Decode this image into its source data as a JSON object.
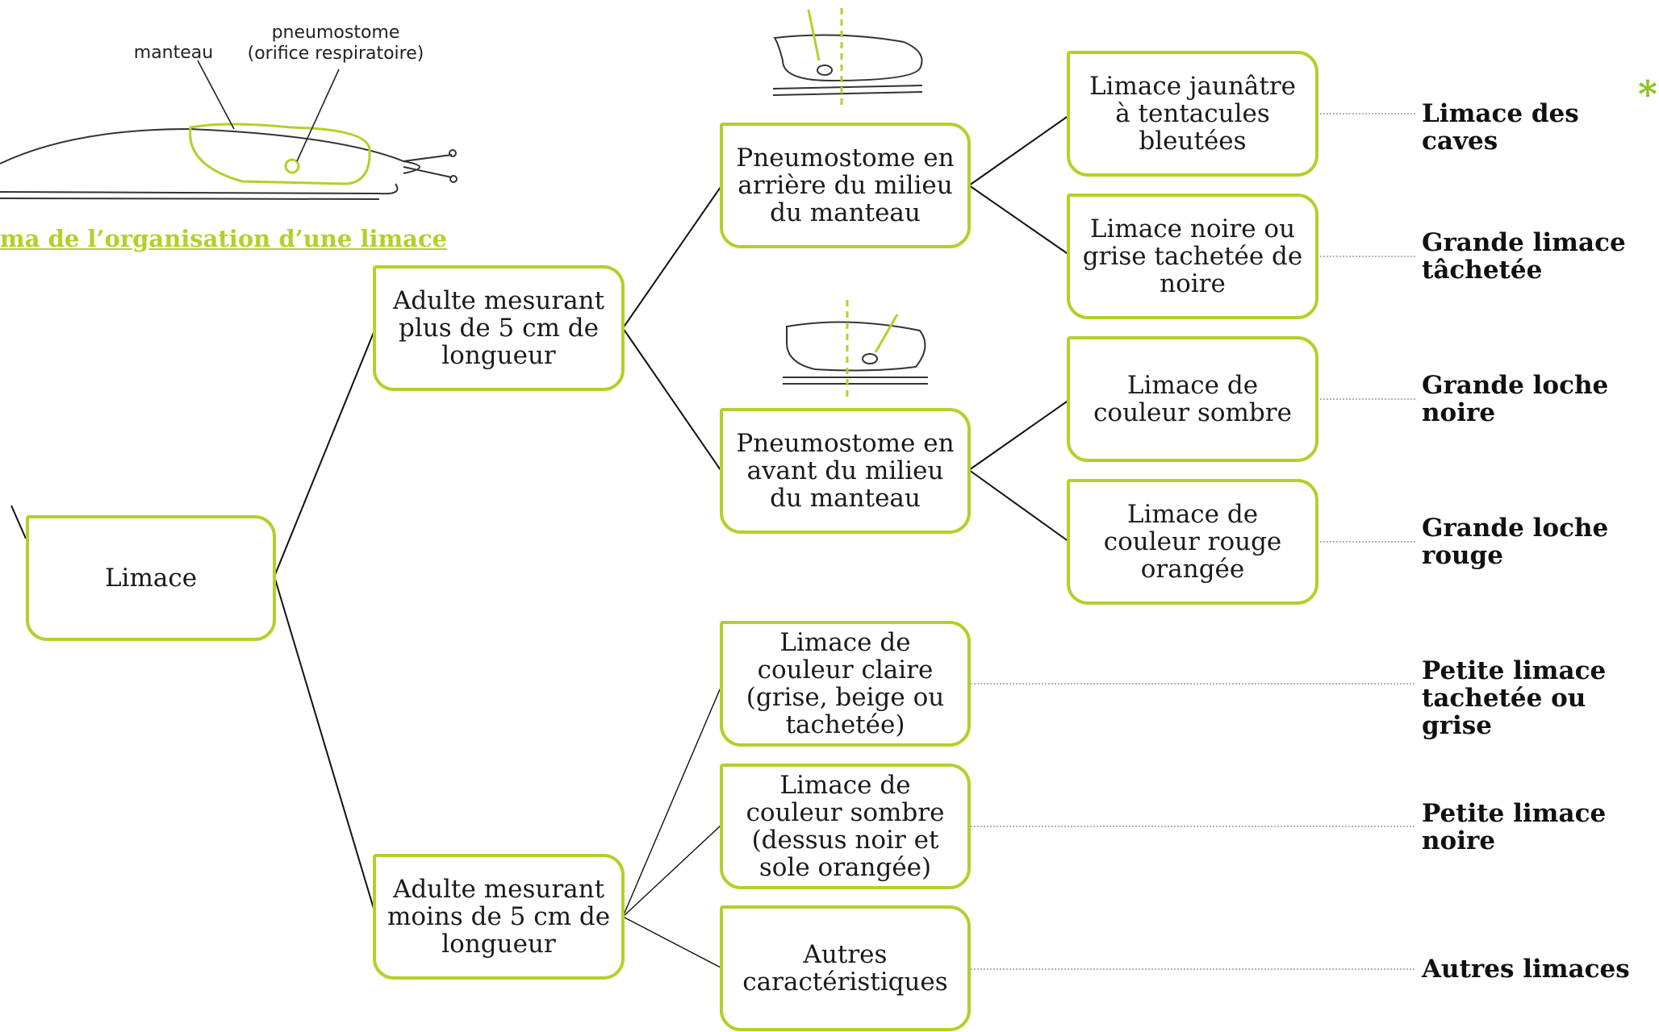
{
  "colors": {
    "accent": "#b5cf2a",
    "line": "#111111",
    "dotted": "#9a9a9a"
  },
  "diagram": {
    "caption": "ma de l’organisation d’une limace",
    "labels": {
      "mantle": "manteau",
      "pneumostome": "pneumostome\n(orifice respiratoire)"
    },
    "nodes": {
      "root": "Limace",
      "large": "Adulte mesurant plus de 5 cm de longueur",
      "small": "Adulte mesurant moins de 5 cm de longueur",
      "pneumo_back": "Pneumostome en arrière du milieu du manteau",
      "pneumo_front": "Pneumostome en avant du milieu du manteau",
      "yellowish": "Limace jaunâtre à tentacules bleutées",
      "black_grey": "Limace noire ou grise tachetée de noire",
      "dark": "Limace de couleur sombre",
      "red_orange": "Limace de couleur rouge orangée",
      "light": "Limace de couleur claire (grise, beige ou tachetée)",
      "dark_small": "Limace de couleur sombre (dessus noir et sole orangée)",
      "other": "Autres caractéristiques"
    },
    "results": {
      "cellar": "Limace des caves",
      "spotted_large": "Grande limace\ntâchetée",
      "black_loche": "Grande loche\nnoire",
      "red_loche": "Grande loche\nrouge",
      "small_spotted": "Petite limace\ntachetée ou grise",
      "small_black": "Petite limace\nnoire",
      "others": "Autres limaces"
    },
    "marker": "*"
  }
}
